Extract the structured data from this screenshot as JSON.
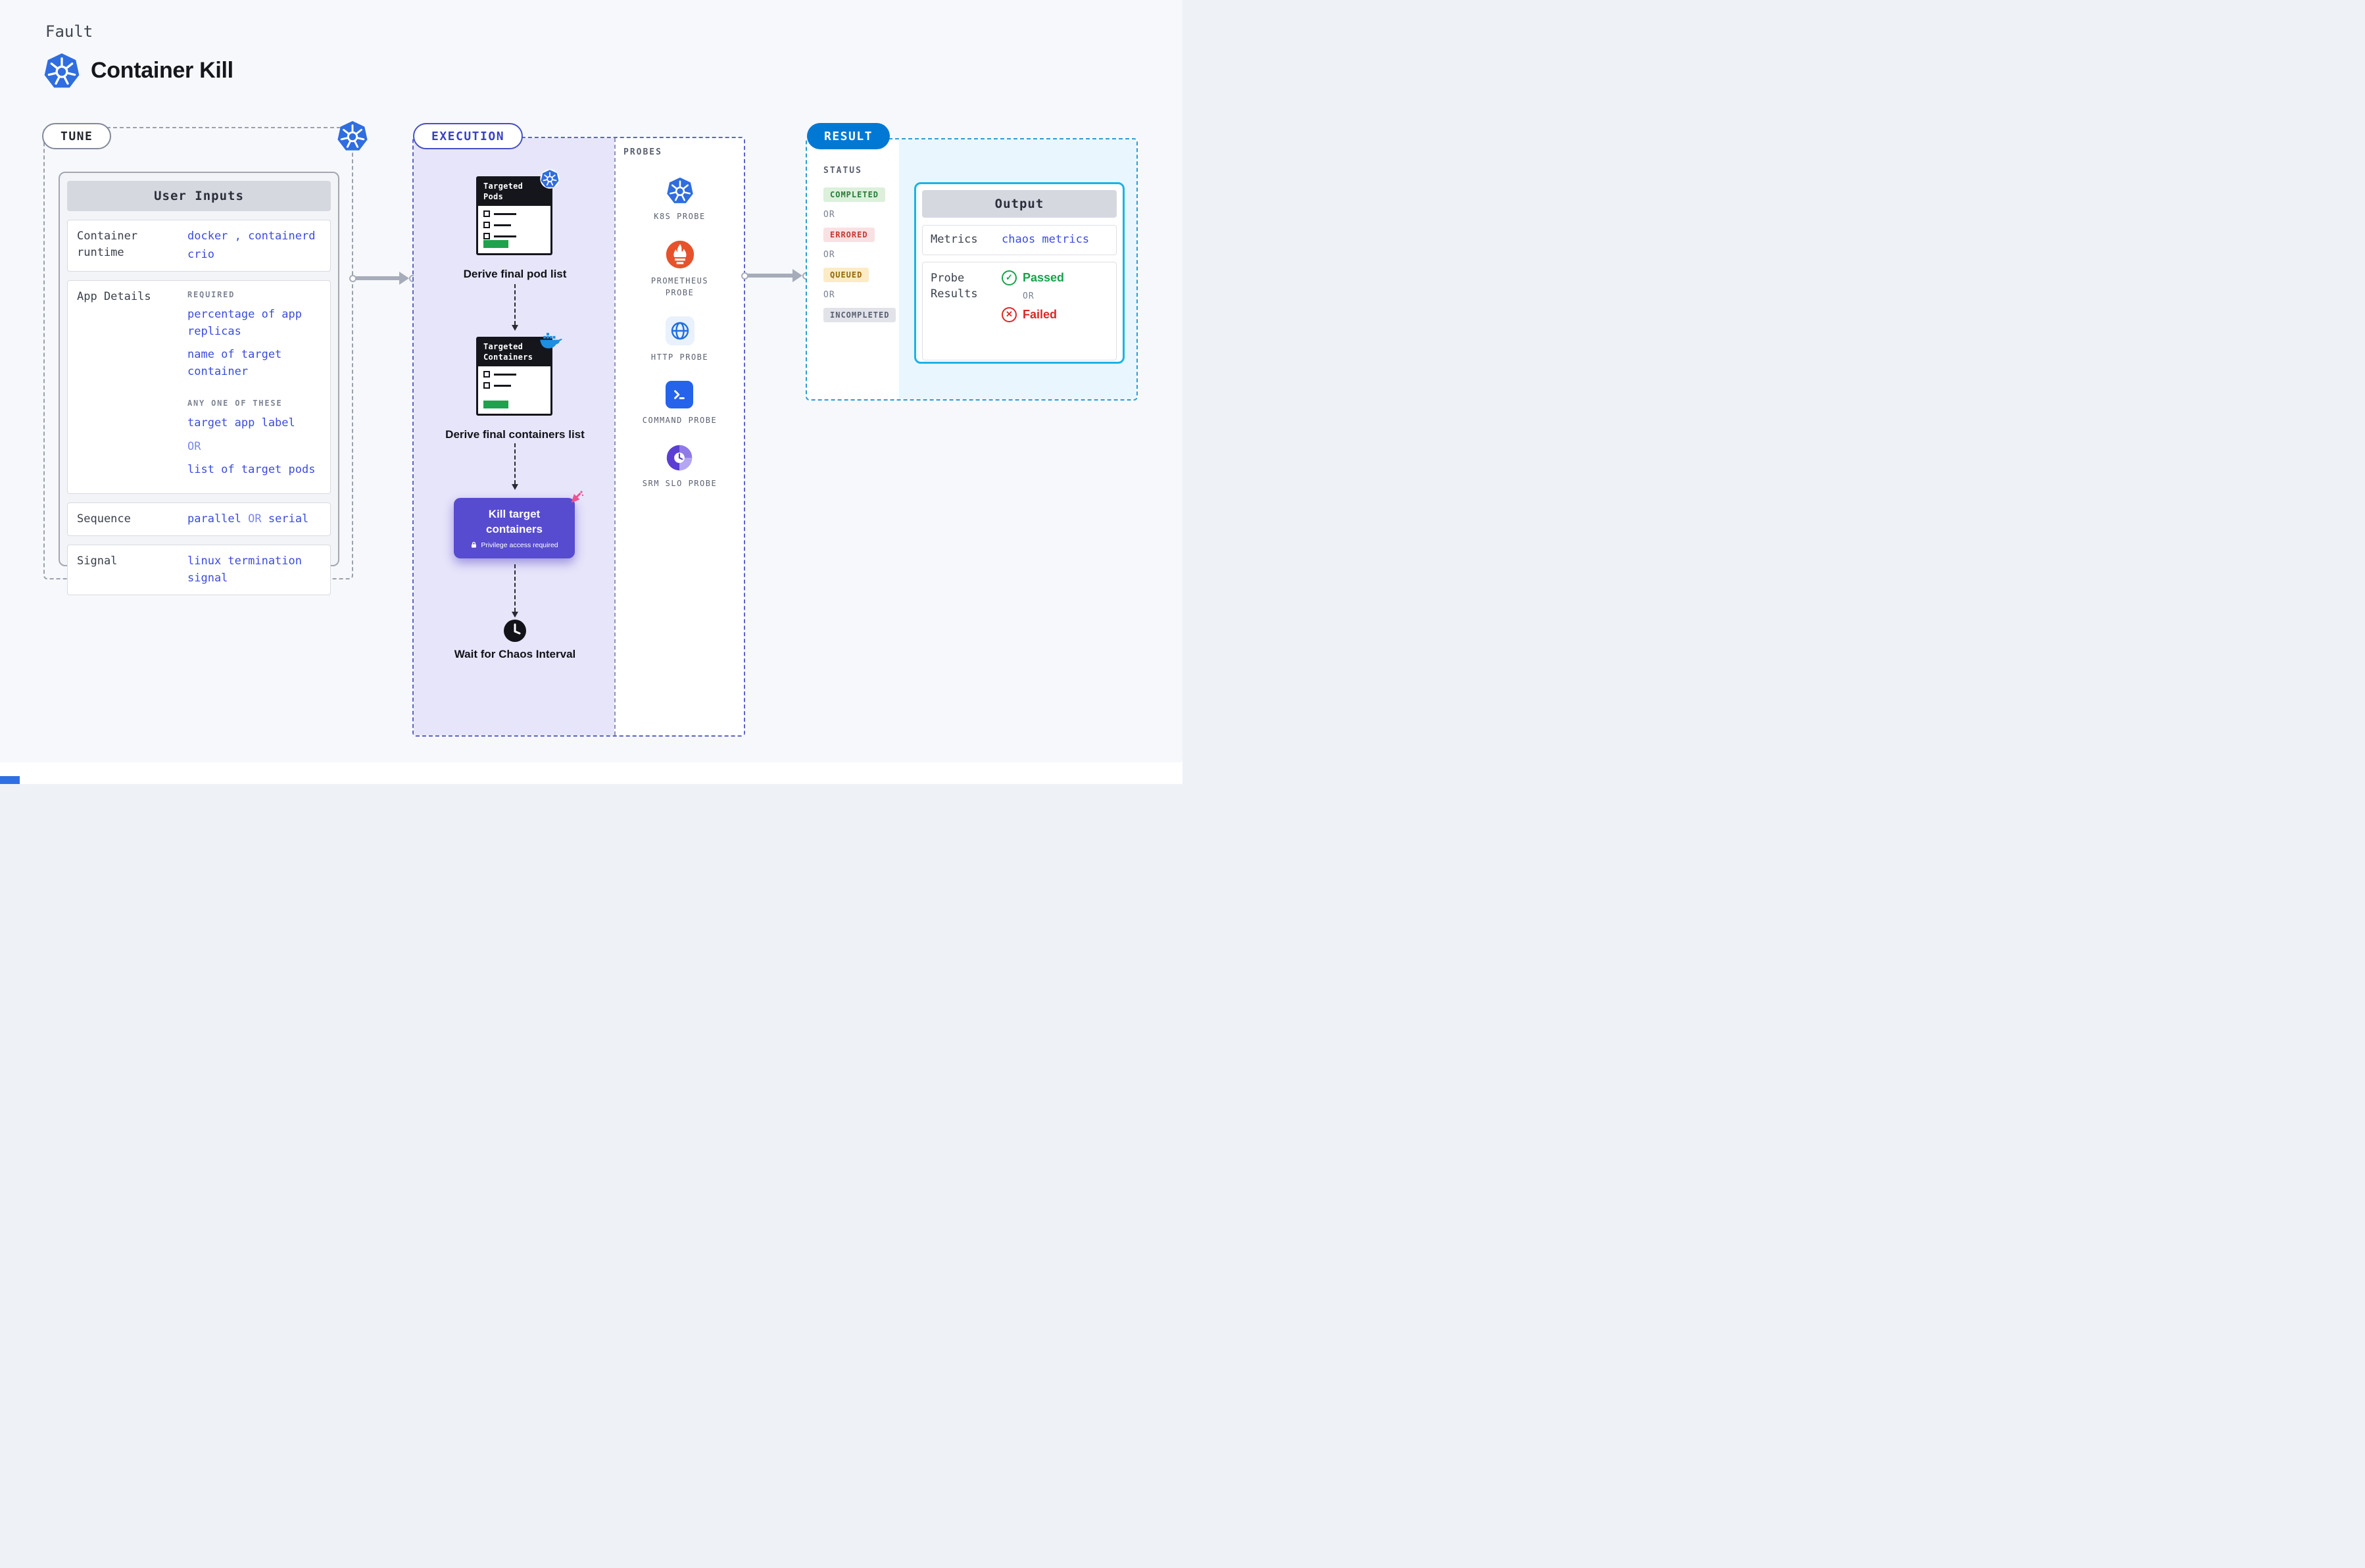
{
  "header": {
    "kicker": "Fault",
    "title": "Container Kill"
  },
  "tune": {
    "pill": "TUNE",
    "card": {
      "title": "User Inputs",
      "runtime": {
        "label": "Container runtime",
        "line1": "docker , containerd",
        "line2": "crio"
      },
      "app_details": {
        "label": "App Details",
        "required_title": "REQUIRED",
        "required_items": [
          "percentage of app replicas",
          "name of target container"
        ],
        "any_one_title": "ANY ONE OF THESE",
        "option1": "target app label",
        "or": "OR",
        "option2": "list of target pods"
      },
      "sequence": {
        "label": "Sequence",
        "v1": "parallel",
        "or": "OR",
        "v2": "serial"
      },
      "signal": {
        "label": "Signal",
        "value": "linux termination signal"
      }
    }
  },
  "execution": {
    "pill": "EXECUTION",
    "steps": {
      "pods": {
        "window_title": "Targeted Pods",
        "caption": "Derive final pod list"
      },
      "containers": {
        "window_title": "Targeted Containers",
        "caption": "Derive final containers list"
      },
      "kill": {
        "title": "Kill target containers",
        "subtitle": "Privilege access required"
      },
      "wait": {
        "caption": "Wait for Chaos Interval"
      }
    },
    "probes": {
      "title": "PROBES",
      "items": [
        {
          "icon": "kubernetes-icon",
          "label": "K8S PROBE"
        },
        {
          "icon": "prometheus-icon",
          "label": "PROMETHEUS PROBE"
        },
        {
          "icon": "globe-icon",
          "label": "HTTP PROBE"
        },
        {
          "icon": "terminal-icon",
          "label": "COMMAND PROBE"
        },
        {
          "icon": "gauge-icon",
          "label": "SRM SLO PROBE"
        }
      ]
    }
  },
  "result": {
    "pill": "RESULT",
    "status": {
      "title": "STATUS",
      "completed": "COMPLETED",
      "errored": "ERRORED",
      "queued": "QUEUED",
      "incompleted": "INCOMPLETED",
      "or": "OR"
    },
    "output": {
      "title": "Output",
      "metrics_label": "Metrics",
      "metrics_value": "chaos metrics",
      "probe_label": "Probe Results",
      "passed": "Passed",
      "or": "OR",
      "failed": "Failed"
    }
  },
  "colors": {
    "accent_blue_mono": "#3b4be0",
    "result_pill_blue": "#0278d5",
    "kill_button_purple": "#574bd0",
    "output_border_cyan": "#18b4e8",
    "execution_fill_lavender": "#e7e5fa",
    "passed_green": "#16a34a",
    "failed_red": "#dc2626",
    "progress_green": "#1fa24d"
  }
}
